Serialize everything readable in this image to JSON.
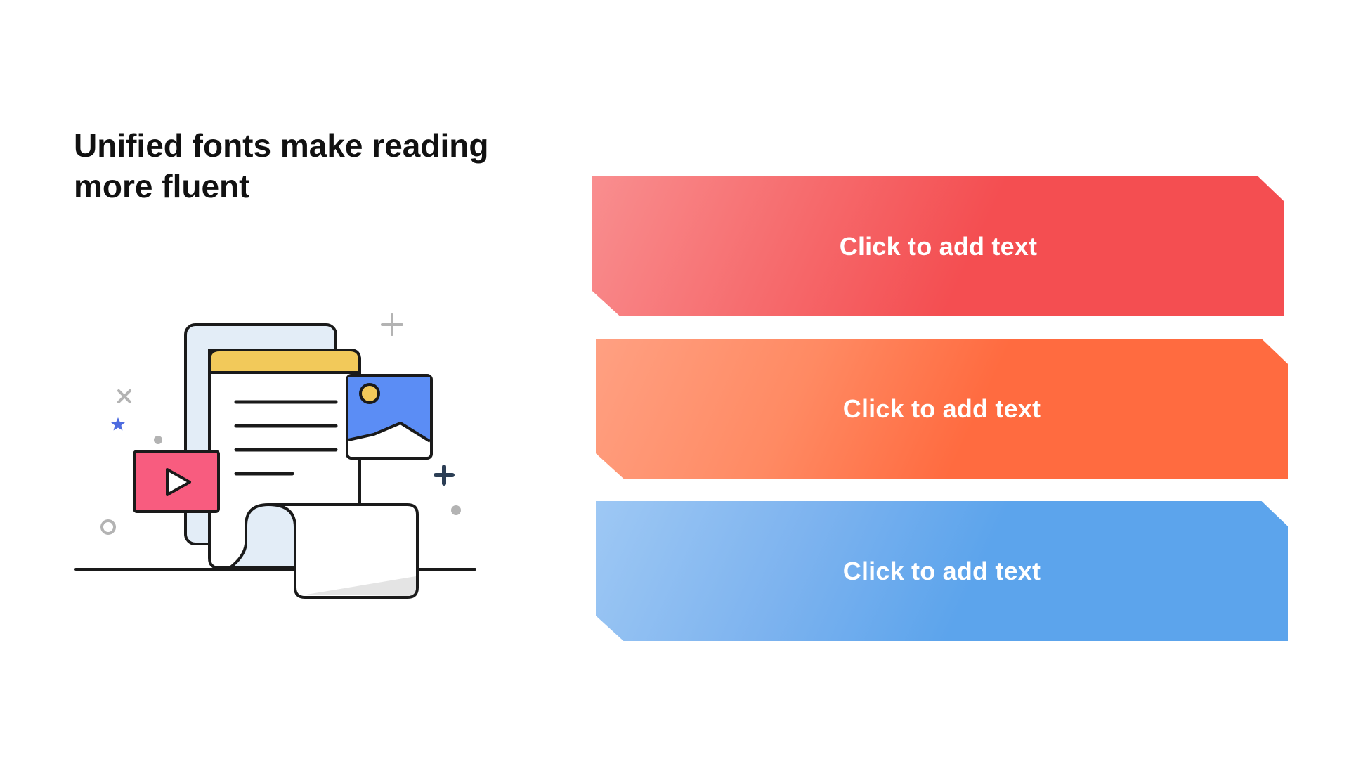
{
  "slide": {
    "title_line_1": "Unified fonts make reading",
    "title_line_2": "more fluent"
  },
  "banners": [
    {
      "label": "Click to add text",
      "color": "#f44e51"
    },
    {
      "label": "Click to add text",
      "color": "#ff6b40"
    },
    {
      "label": "Click to add text",
      "color": "#5ca4ec"
    }
  ],
  "illustration": {
    "icons": [
      "document-icon",
      "image-icon",
      "video-play-icon",
      "scroll-icon",
      "star-icon",
      "plus-icon",
      "close-x-icon",
      "dot-icon",
      "circle-icon"
    ],
    "colors": {
      "outline": "#1a1a1a",
      "paper": "#ffffff",
      "paper_back": "#e3edf7",
      "header_yellow": "#f2c95a",
      "image_blue": "#5b8df5",
      "video_pink": "#f85c7f",
      "sparkle_gray": "#b3b3b3",
      "star_blue": "#4e6ce0",
      "plus_dark": "#2c3e55"
    }
  }
}
